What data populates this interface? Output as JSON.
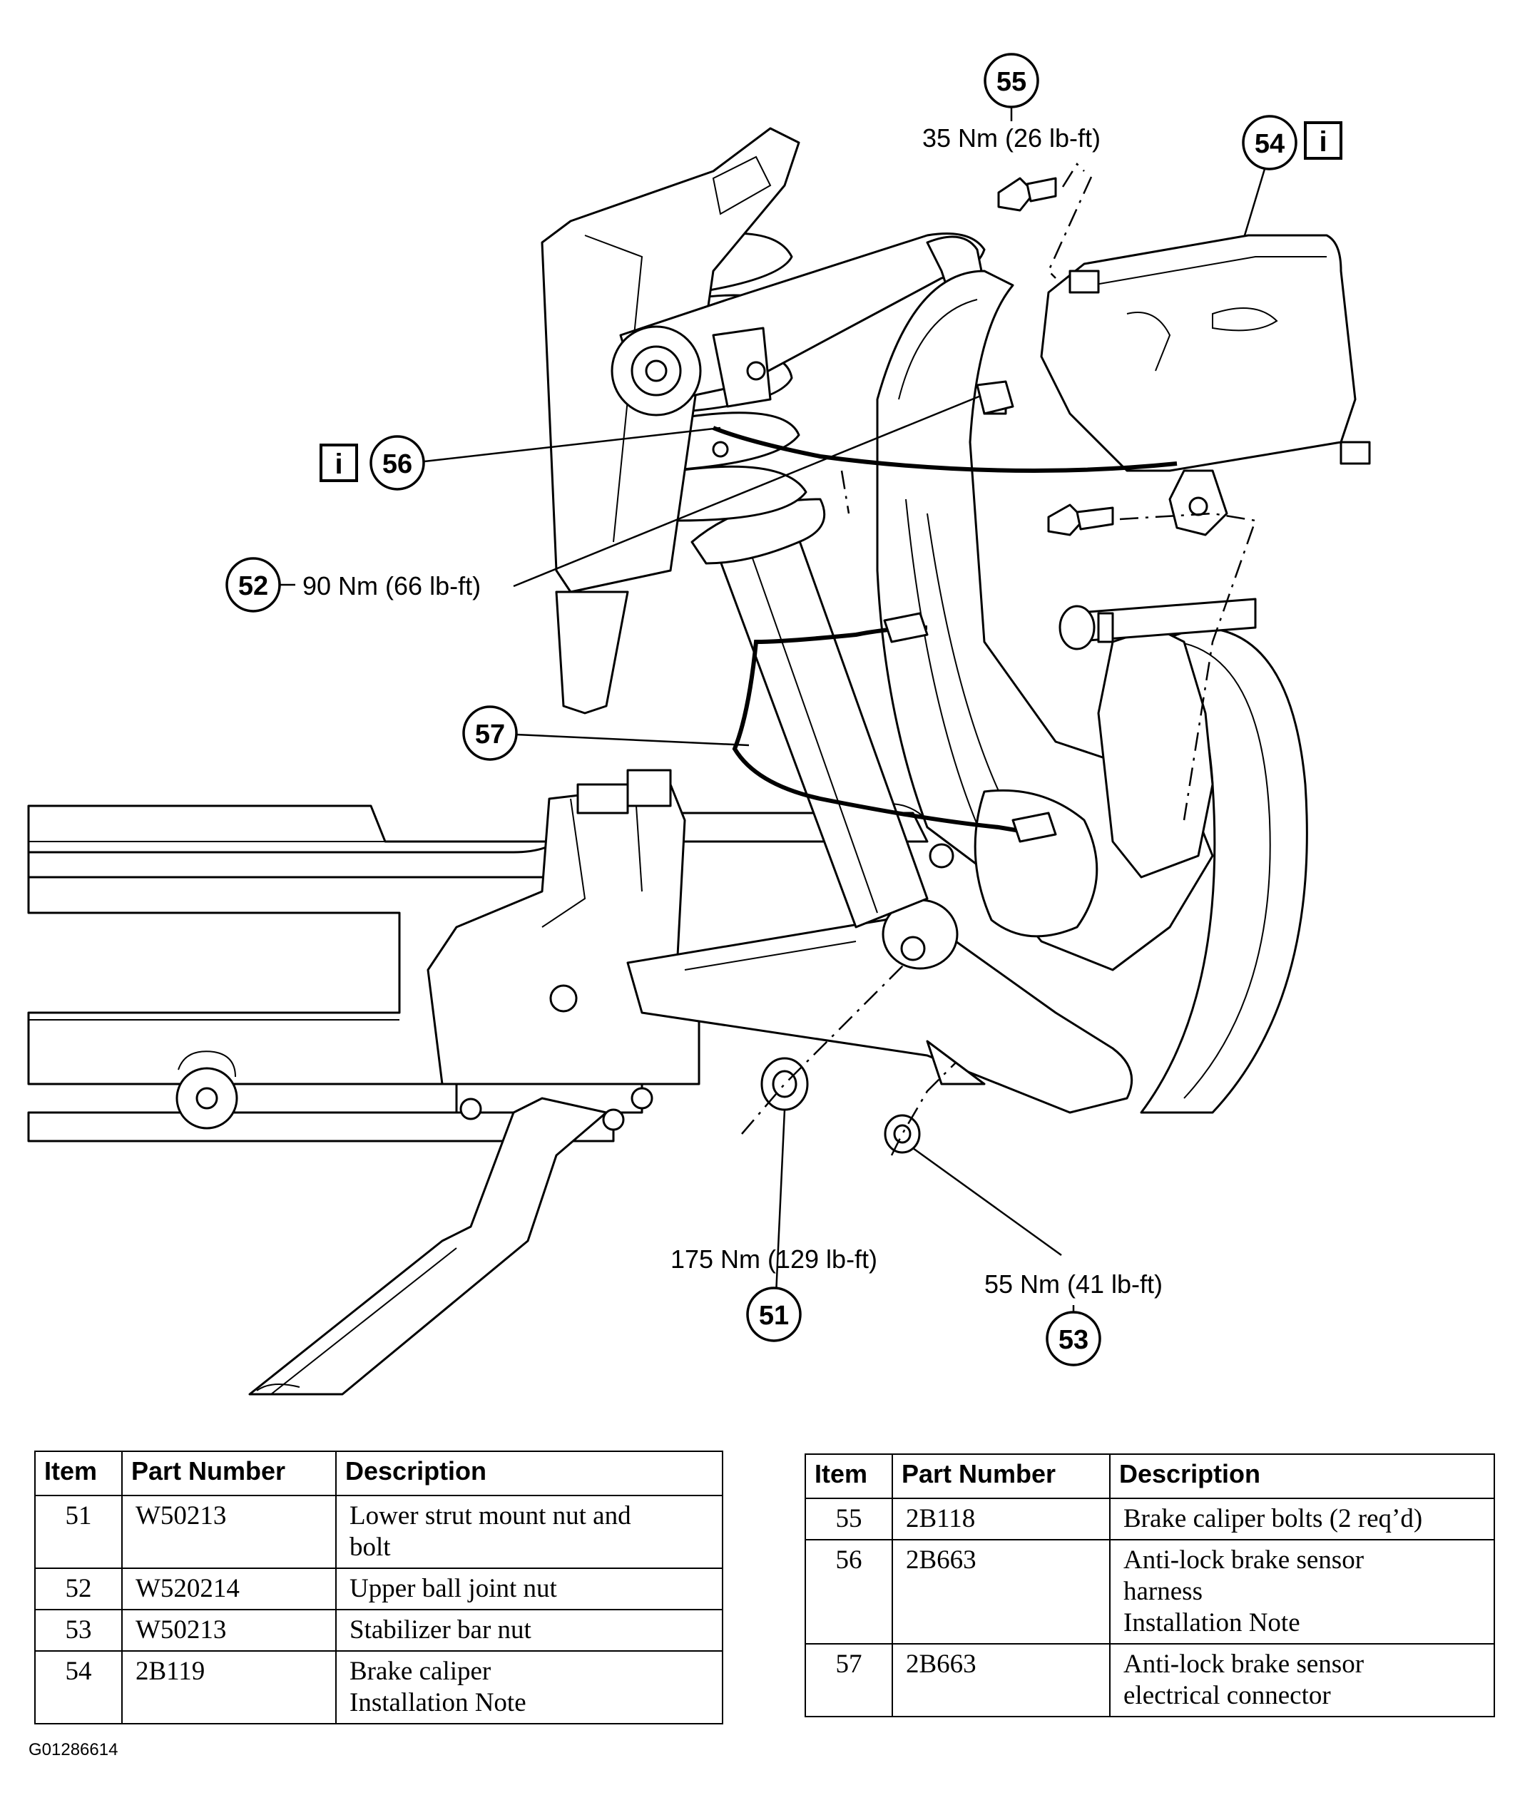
{
  "callouts": [
    {
      "num": "55",
      "torque": "35 Nm (26 lb-ft)",
      "info": false
    },
    {
      "num": "54",
      "torque": "",
      "info": true
    },
    {
      "num": "56",
      "torque": "",
      "info": true
    },
    {
      "num": "52",
      "torque": "90 Nm (66 lb-ft)",
      "info": false
    },
    {
      "num": "57",
      "torque": "",
      "info": false
    },
    {
      "num": "51",
      "torque": "175 Nm (129 lb-ft)",
      "info": false
    },
    {
      "num": "53",
      "torque": "55 Nm (41 lb-ft)",
      "info": false
    }
  ],
  "info_symbol": "i",
  "tables": [
    {
      "headers": [
        "Item",
        "Part Number",
        "Description"
      ],
      "rows": [
        {
          "item": "51",
          "part": "W50213",
          "desc": [
            "Lower strut mount nut and",
            "bolt"
          ]
        },
        {
          "item": "52",
          "part": "W520214",
          "desc": [
            "Upper ball joint nut"
          ]
        },
        {
          "item": "53",
          "part": "W50213",
          "desc": [
            "Stabilizer bar nut"
          ]
        },
        {
          "item": "54",
          "part": "2B119",
          "desc": [
            "Brake caliper",
            "Installation Note"
          ]
        }
      ]
    },
    {
      "headers": [
        "Item",
        "Part Number",
        "Description"
      ],
      "rows": [
        {
          "item": "55",
          "part": "2B118",
          "desc": [
            "Brake caliper bolts (2 req’d)"
          ]
        },
        {
          "item": "56",
          "part": "2B663",
          "desc": [
            "Anti-lock brake sensor",
            "harness",
            "Installation Note"
          ]
        },
        {
          "item": "57",
          "part": "2B663",
          "desc": [
            "Anti-lock brake sensor",
            "electrical connector"
          ]
        }
      ]
    }
  ],
  "figure_id": "G01286614"
}
